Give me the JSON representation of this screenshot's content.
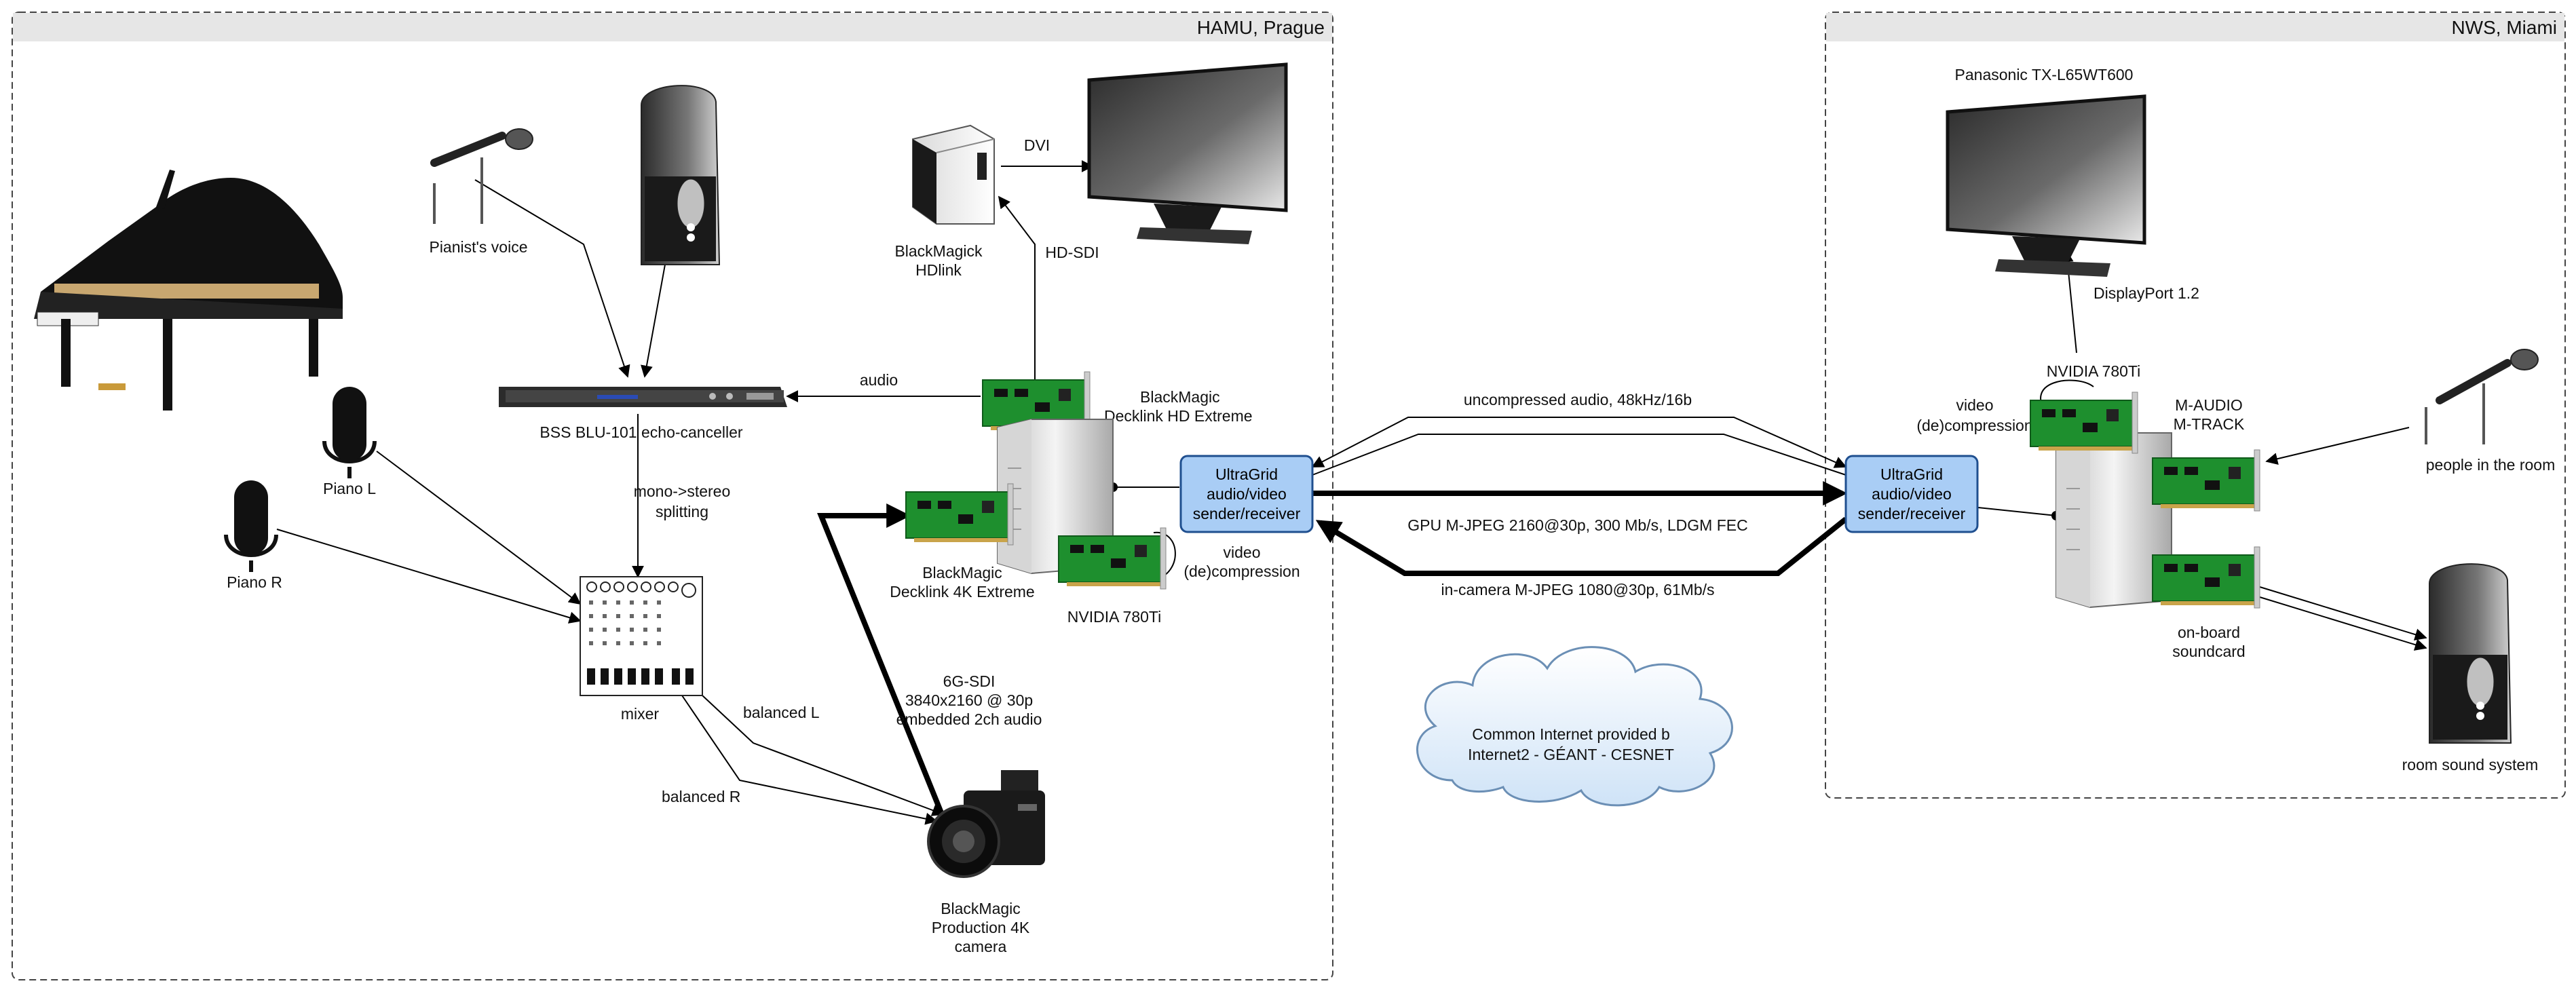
{
  "regions": {
    "prague": "HAMU, Prague",
    "miami": "NWS, Miami"
  },
  "prague": {
    "pianists_voice": "Pianist's voice",
    "piano_l": "Piano L",
    "piano_r": "Piano R",
    "echo_canceller": "BSS BLU-101 echo-canceller",
    "mono_stereo_1": "mono->stereo",
    "mono_stereo_2": "splitting",
    "mixer": "mixer",
    "balanced_l": "balanced L",
    "balanced_r": "balanced R",
    "hdlink_1": "BlackMagick",
    "hdlink_2": "HDlink",
    "dvi": "DVI",
    "hd_sdi": "HD-SDI",
    "audio": "audio",
    "decklink_hd_1": "BlackMagic",
    "decklink_hd_2": "Decklink HD Extreme",
    "decklink_4k_1": "BlackMagic",
    "decklink_4k_2": "Decklink 4K Extreme",
    "nvidia": "NVIDIA 780Ti",
    "video_decomp_1": "video",
    "video_decomp_2": "(de)compression",
    "sdi_1": "6G-SDI",
    "sdi_2": "3840x2160 @ 30p",
    "sdi_3": "embedded 2ch audio",
    "camera_1": "BlackMagic",
    "camera_2": "Production 4K",
    "camera_3": "camera",
    "ultragrid_1": "UltraGrid",
    "ultragrid_2": "audio/video",
    "ultragrid_3": "sender/receiver"
  },
  "links": {
    "audio_link": "uncompressed audio, 48kHz/16b",
    "gpu_link": "GPU M-JPEG 2160@30p, 300 Mb/s, LDGM FEC",
    "camera_link": "in-camera M-JPEG 1080@30p, 61Mb/s"
  },
  "cloud": {
    "line1": "Common Internet provided b",
    "line2": "Internet2 - GÉANT - CESNET"
  },
  "miami": {
    "tv": "Panasonic TX-L65WT600",
    "displayport": "DisplayPort 1.2",
    "nvidia": "NVIDIA 780Ti",
    "video_decomp_1": "video",
    "video_decomp_2": "(de)compression",
    "maudio_1": "M-AUDIO",
    "maudio_2": "M-TRACK",
    "onboard_1": "on-board",
    "onboard_2": "soundcard",
    "people": "people in the room",
    "room_sound": "room sound system",
    "ultragrid_1": "UltraGrid",
    "ultragrid_2": "audio/video",
    "ultragrid_3": "sender/receiver"
  },
  "colors": {
    "ultragrid_fill": "#a9cdf5",
    "ultragrid_stroke": "#1f4f8f",
    "card_green": "#1e8f2e",
    "region_header": "#e6e6e6",
    "cloud_fill": "#e6f1fb"
  }
}
